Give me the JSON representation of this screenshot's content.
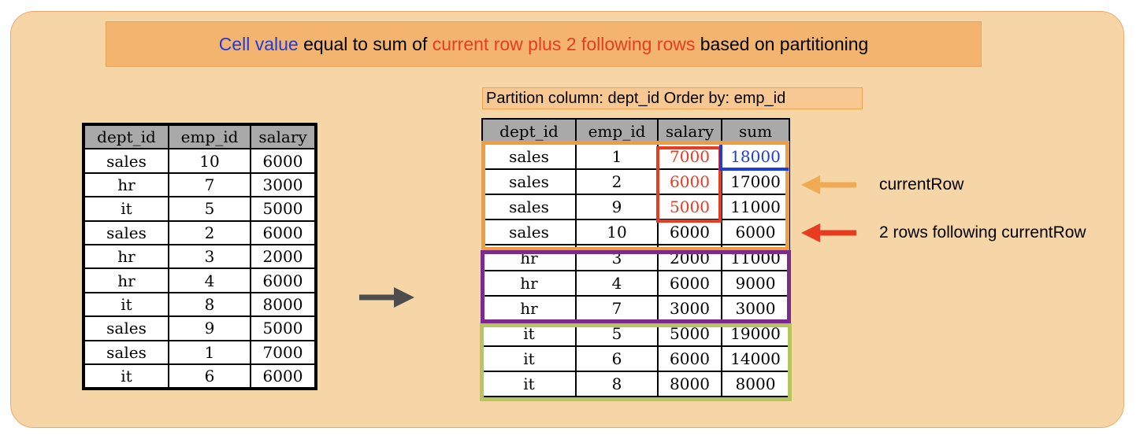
{
  "banner": {
    "part1": "Cell value",
    "part2": " equal to sum of ",
    "part3": "current row plus 2 following rows",
    "part4": " based on partitioning"
  },
  "partition_label": "Partition column: dept_id Order by: emp_id",
  "source_table": {
    "headers": [
      "dept_id",
      "emp_id",
      "salary"
    ],
    "rows": [
      [
        "sales",
        "10",
        "6000"
      ],
      [
        "hr",
        "7",
        "3000"
      ],
      [
        "it",
        "5",
        "5000"
      ],
      [
        "sales",
        "2",
        "6000"
      ],
      [
        "hr",
        "3",
        "2000"
      ],
      [
        "hr",
        "4",
        "6000"
      ],
      [
        "it",
        "8",
        "8000"
      ],
      [
        "sales",
        "9",
        "5000"
      ],
      [
        "sales",
        "1",
        "7000"
      ],
      [
        "it",
        "6",
        "6000"
      ]
    ]
  },
  "result_table": {
    "headers": [
      "dept_id",
      "emp_id",
      "salary",
      "sum"
    ],
    "rows": [
      [
        "sales",
        "1",
        "7000",
        "18000"
      ],
      [
        "sales",
        "2",
        "6000",
        "17000"
      ],
      [
        "sales",
        "9",
        "5000",
        "11000"
      ],
      [
        "sales",
        "10",
        "6000",
        "6000"
      ],
      [
        "hr",
        "3",
        "2000",
        "11000"
      ],
      [
        "hr",
        "4",
        "6000",
        "9000"
      ],
      [
        "hr",
        "7",
        "3000",
        "3000"
      ],
      [
        "it",
        "5",
        "5000",
        "19000"
      ],
      [
        "it",
        "6",
        "6000",
        "14000"
      ],
      [
        "it",
        "8",
        "8000",
        "8000"
      ]
    ]
  },
  "annotations": {
    "current_row": "currentRow",
    "following_rows": "2 rows following currentRow"
  },
  "colors": {
    "panel": "#f6d6a6",
    "banner": "#f2b46f",
    "blue": "#1f3adf",
    "red": "#e83c22",
    "sales_partition": "#ef9d3e",
    "hr_partition": "#7b2b8e",
    "it_partition": "#b5c75a",
    "current_row_arrow": "#f0a955",
    "following_rows_arrow": "#e83c22",
    "flow_arrow": "#4d4d4d"
  }
}
